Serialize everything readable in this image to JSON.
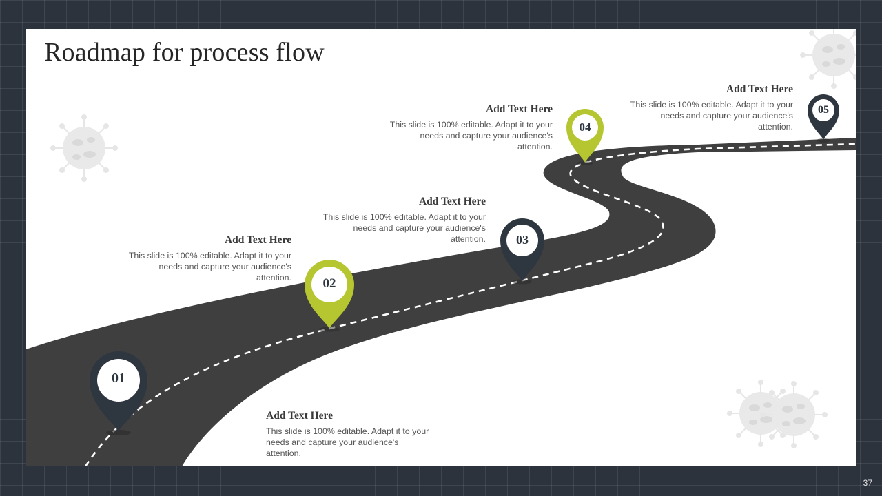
{
  "slide": {
    "title": "Roadmap for process flow",
    "page_number": "37"
  },
  "colors": {
    "background": "#2c333d",
    "road": "#3f3f3f",
    "pin_dark": "#2e3640",
    "pin_lime": "#b5c630"
  },
  "milestones": [
    {
      "number": "01",
      "heading": "Add Text Here",
      "body": "This slide is 100% editable. Adapt it to your needs and capture your audience's attention.",
      "pin_color": "dark"
    },
    {
      "number": "02",
      "heading": "Add Text Here",
      "body": "This slide is 100% editable. Adapt it to your needs and capture your audience's attention.",
      "pin_color": "lime"
    },
    {
      "number": "03",
      "heading": "Add Text Here",
      "body": "This slide is 100% editable. Adapt it to your needs and capture your audience's attention.",
      "pin_color": "dark"
    },
    {
      "number": "04",
      "heading": "Add Text Here",
      "body": "This slide is 100% editable. Adapt it to your needs and capture your audience's attention.",
      "pin_color": "lime"
    },
    {
      "number": "05",
      "heading": "Add Text Here",
      "body": "This slide is 100% editable. Adapt it to your needs and capture your audience's attention.",
      "pin_color": "dark"
    }
  ],
  "decorations": [
    "virus-icon",
    "virus-icon",
    "virus-icon",
    "virus-icon"
  ]
}
